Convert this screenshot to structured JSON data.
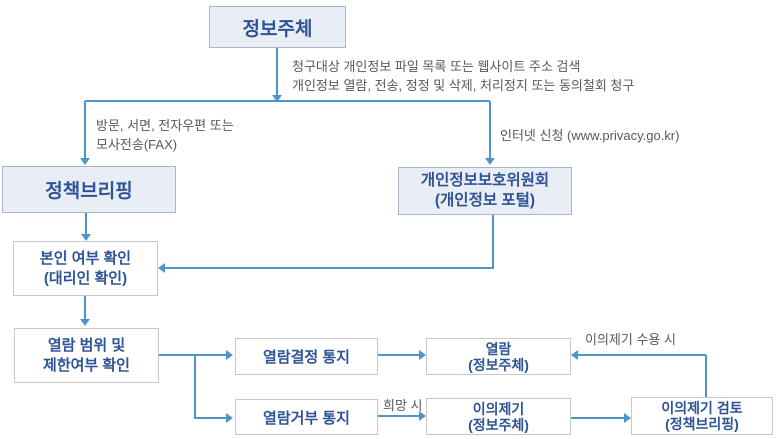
{
  "nodes": {
    "info_subject": {
      "label": "정보주체"
    },
    "policy_briefing": {
      "label": "정책브리핑"
    },
    "pipc": {
      "label": "개인정보보호위원회",
      "sub": "(개인정보 포털)"
    },
    "identity_check": {
      "label": "본인 여부 확인",
      "sub": "(대리인 확인)"
    },
    "scope_check": {
      "label": "열람 범위 및",
      "sub": "제한여부 확인"
    },
    "decision_notice": {
      "label": "열람결정 통지"
    },
    "refusal_notice": {
      "label": "열람거부 통지"
    },
    "access": {
      "label": "열람",
      "sub": "(정보주체)"
    },
    "objection": {
      "label": "이의제기",
      "sub": "(정보주체)"
    },
    "objection_review": {
      "label": "이의제기 검토",
      "sub": "(정책브리핑)"
    }
  },
  "edge_labels": {
    "request_line1": "청구대상 개인정보 파일 목록 또는 웹사이트 주소 검색",
    "request_line2": "개인정보 열람, 전송, 정정 및 삭제, 처리정지 또는 동의철회 청구",
    "visit_line1": "방문, 서면, 전자우편 또는",
    "visit_line2": "모사전송(FAX)",
    "internet": "인터넷 신청 (www.privacy.go.kr)",
    "hope": "희망 시",
    "accept": "이의제기 수용 시"
  },
  "colors": {
    "connector_blue": "#4f96c8",
    "node_text_blue": "#2e5496",
    "shaded_node_fill": "#e9edf5",
    "shaded_node_border": "#a9b4c4",
    "plain_node_border": "#c9c9c9",
    "annotation_gray": "#595959"
  }
}
